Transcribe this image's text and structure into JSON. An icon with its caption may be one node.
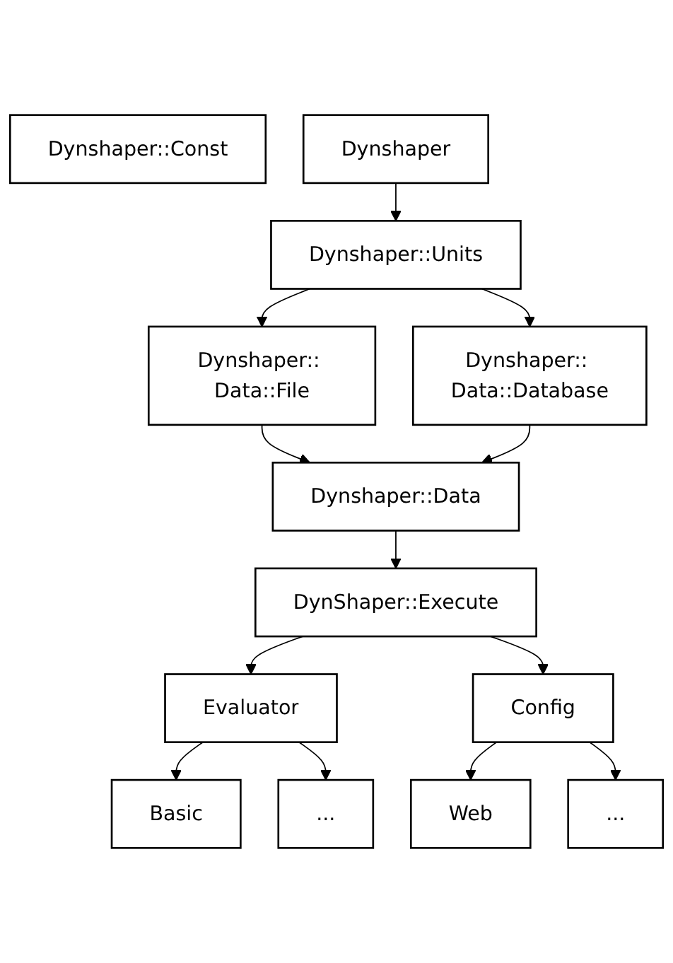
{
  "diagram": {
    "nodes": [
      {
        "text": [
          "Dynshaper::Const"
        ]
      },
      {
        "text": [
          "Dynshaper"
        ]
      },
      {
        "text": [
          "Dynshaper::Units"
        ]
      },
      {
        "text": [
          "Dynshaper:: Data::File"
        ]
      },
      {
        "text": [
          "Dynshaper:: Data::Database"
        ]
      },
      {
        "text": [
          "Dynshaper::Data"
        ]
      },
      {
        "text": [
          "DynShaper::Execute"
        ]
      },
      {
        "text": [
          "Evaluator"
        ]
      },
      {
        "text": [
          "Config"
        ]
      },
      {
        "text": [
          "Basic"
        ]
      },
      {
        "text": [
          "..."
        ]
      },
      {
        "text": [
          "Web"
        ]
      },
      {
        "text": [
          "..."
        ]
      }
    ],
    "edges": [
      {
        "from": 1,
        "to": 2,
        "arrow": "to"
      },
      {
        "from": 2,
        "to": 3,
        "arrow": "to"
      },
      {
        "from": 2,
        "to": 4,
        "arrow": "to"
      },
      {
        "from": 3,
        "to": 5,
        "arrow": "to"
      },
      {
        "from": 4,
        "to": 5,
        "arrow": "to"
      },
      {
        "from": 5,
        "to": 6,
        "arrow": "to"
      },
      {
        "from": 6,
        "to": 7,
        "arrow": "to"
      },
      {
        "from": 6,
        "to": 8,
        "arrow": "to"
      },
      {
        "from": 7,
        "to": 9,
        "arrow": "to"
      },
      {
        "from": 7,
        "to": 10,
        "arrow": "to"
      },
      {
        "from": 8,
        "to": 11,
        "arrow": "to"
      },
      {
        "from": 8,
        "to": 12,
        "arrow": "to"
      }
    ]
  }
}
